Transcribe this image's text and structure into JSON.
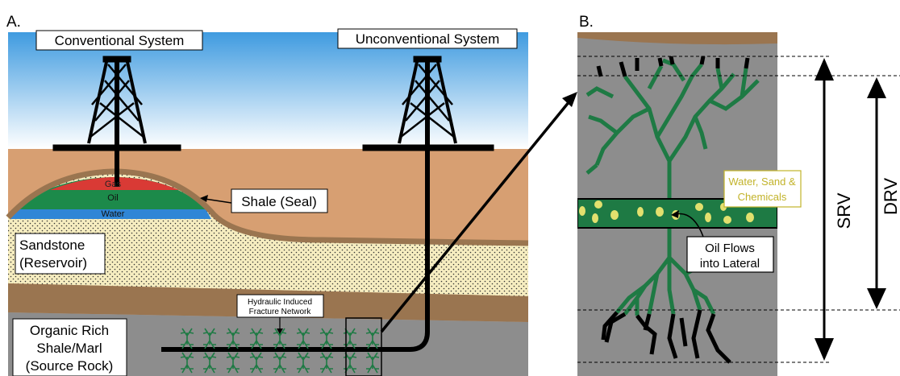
{
  "panel_a": {
    "letter": "A.",
    "conventional_label": "Conventional System",
    "unconventional_label": "Unconventional System",
    "gas_label": "Gas",
    "oil_label": "Oil",
    "water_label": "Water",
    "seal_label": "Shale (Seal)",
    "sandstone_line1": "Sandstone",
    "sandstone_line2": "(Reservoir)",
    "source_line1": "Organic Rich",
    "source_line2": "Shale/Marl",
    "source_line3": "(Source Rock)",
    "fracture_line1": "Hydraulic Induced",
    "fracture_line2": "Fracture Network"
  },
  "panel_b": {
    "letter": "B.",
    "proppant_line1": "Water, Sand &",
    "proppant_line2": "Chemicals",
    "oil_flow_line1": "Oil Flows",
    "oil_flow_line2": "into Lateral",
    "srv_label": "SRV",
    "drv_label": "DRV"
  },
  "colors": {
    "sky_top": "#3f9be0",
    "sky_bottom": "#ffffff",
    "overburden": "#d79f72",
    "shale_brown": "#9a7550",
    "sandstone": "#f6edc0",
    "source_rock": "#8d8d8d",
    "gas": "#d93a35",
    "oil": "#1c8a4a",
    "water": "#2f86d6",
    "fracture_green": "#1e7a44",
    "proppant": "#e2e06e",
    "proppant_text": "#c2b32a"
  }
}
